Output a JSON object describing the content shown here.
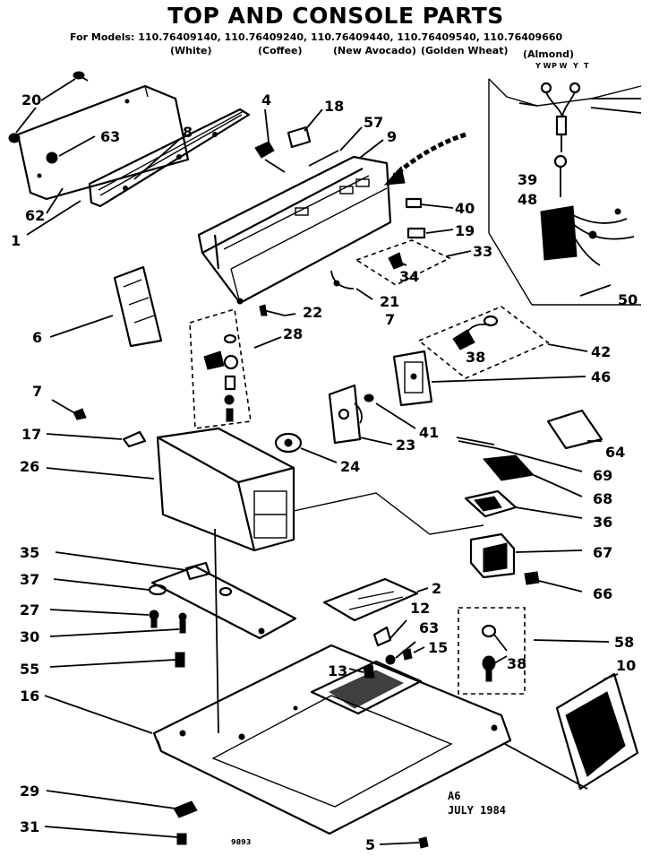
{
  "title": "TOP AND CONSOLE PARTS",
  "models_line": "For Models: 110.76409140, 110.76409240, 110.76409440, 110.76409540, 110.76409660",
  "model_colors": [
    "(White)",
    "(Coffee)",
    "(New Avocado)",
    "(Golden Wheat)",
    "(Almond)"
  ],
  "date_stamp": {
    "line1": "A6",
    "line2": "JULY 1984"
  },
  "small_mark": "9893",
  "wire_colors": [
    "Y W",
    "P W",
    "Y",
    "T"
  ],
  "callouts": [
    "20",
    "63",
    "8",
    "4",
    "18",
    "57",
    "9",
    "40",
    "19",
    "33",
    "62",
    "1",
    "34",
    "21",
    "7",
    "22",
    "6",
    "28",
    "42",
    "38",
    "46",
    "7",
    "17",
    "41",
    "23",
    "24",
    "64",
    "26",
    "69",
    "68",
    "36",
    "35",
    "2",
    "67",
    "37",
    "66",
    "27",
    "12",
    "63",
    "15",
    "30",
    "58",
    "38",
    "55",
    "13",
    "10",
    "16",
    "29",
    "31",
    "5",
    "39",
    "48",
    "50"
  ]
}
